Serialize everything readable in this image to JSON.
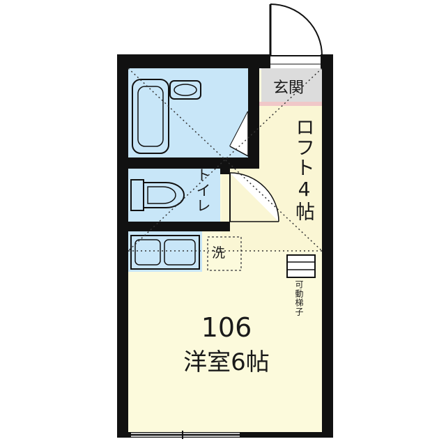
{
  "room": {
    "number": "106",
    "name": "洋室6帖"
  },
  "labels": {
    "entrance": "玄関",
    "loft": "ロフト4帖",
    "toilet": "トイレ",
    "washer": "洗",
    "ladder": "可動梯子"
  },
  "colors": {
    "wall": "#111111",
    "room_fill": "#fcfadc",
    "wet_area_fill": "#c8e6f8",
    "entrance_fill": "#dcdcdc",
    "loft_fill": "#faf6d4"
  }
}
